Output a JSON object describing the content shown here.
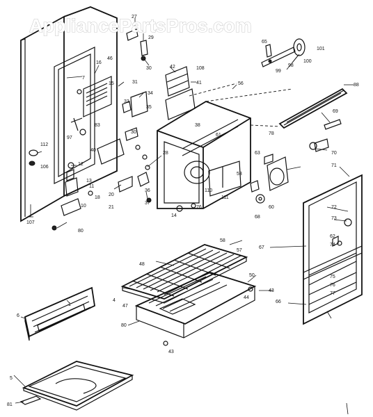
{
  "watermark": "AppliancePartsPros.com",
  "callouts": [
    {
      "id": "c27",
      "text": "27"
    },
    {
      "id": "c29",
      "text": "29"
    },
    {
      "id": "c30a",
      "text": "30"
    },
    {
      "id": "c65",
      "text": "65"
    },
    {
      "id": "c101",
      "text": "101"
    },
    {
      "id": "c100",
      "text": "100"
    },
    {
      "id": "c99",
      "text": "99"
    },
    {
      "id": "c98",
      "text": "98"
    },
    {
      "id": "c88",
      "text": "88"
    },
    {
      "id": "c42",
      "text": "42"
    },
    {
      "id": "c108",
      "text": "108"
    },
    {
      "id": "c41",
      "text": "41"
    },
    {
      "id": "c56",
      "text": "56"
    },
    {
      "id": "c7",
      "text": "7"
    },
    {
      "id": "c46",
      "text": "46"
    },
    {
      "id": "c16",
      "text": "16"
    },
    {
      "id": "c15",
      "text": "15"
    },
    {
      "id": "c31",
      "text": "31"
    },
    {
      "id": "c34",
      "text": "34"
    },
    {
      "id": "c33",
      "text": "33"
    },
    {
      "id": "c35",
      "text": "35"
    },
    {
      "id": "c30b",
      "text": "30"
    },
    {
      "id": "c83",
      "text": "83"
    },
    {
      "id": "c97",
      "text": "97"
    },
    {
      "id": "c40",
      "text": "40"
    },
    {
      "id": "c112",
      "text": "112"
    },
    {
      "id": "c106",
      "text": "106"
    },
    {
      "id": "c12",
      "text": "12"
    },
    {
      "id": "c13",
      "text": "13"
    },
    {
      "id": "c10",
      "text": "10"
    },
    {
      "id": "c107",
      "text": "107"
    },
    {
      "id": "c80a",
      "text": "80"
    },
    {
      "id": "c11",
      "text": "11"
    },
    {
      "id": "c18",
      "text": "18"
    },
    {
      "id": "c20",
      "text": "20"
    },
    {
      "id": "c21",
      "text": "21"
    },
    {
      "id": "c36",
      "text": "36"
    },
    {
      "id": "c37",
      "text": "37"
    },
    {
      "id": "c28",
      "text": "28"
    },
    {
      "id": "c38",
      "text": "38"
    },
    {
      "id": "c78",
      "text": "78"
    },
    {
      "id": "c69",
      "text": "69"
    },
    {
      "id": "c70",
      "text": "70"
    },
    {
      "id": "c61",
      "text": "61"
    },
    {
      "id": "c63",
      "text": "63"
    },
    {
      "id": "c53",
      "text": "53"
    },
    {
      "id": "c110",
      "text": "110"
    },
    {
      "id": "c111",
      "text": "111"
    },
    {
      "id": "c14",
      "text": "14"
    },
    {
      "id": "c76a",
      "text": "76"
    },
    {
      "id": "c60",
      "text": "60"
    },
    {
      "id": "c68",
      "text": "68"
    },
    {
      "id": "c71",
      "text": "71"
    },
    {
      "id": "c72",
      "text": "72"
    },
    {
      "id": "c73",
      "text": "73"
    },
    {
      "id": "c62",
      "text": "62"
    },
    {
      "id": "c74",
      "text": "74"
    },
    {
      "id": "c75",
      "text": "75"
    },
    {
      "id": "c76b",
      "text": "76"
    },
    {
      "id": "c77",
      "text": "77"
    },
    {
      "id": "c66",
      "text": "66"
    },
    {
      "id": "c67",
      "text": "67"
    },
    {
      "id": "c58",
      "text": "58"
    },
    {
      "id": "c57",
      "text": "57"
    },
    {
      "id": "c48",
      "text": "48"
    },
    {
      "id": "c50",
      "text": "50"
    },
    {
      "id": "c43a",
      "text": "43"
    },
    {
      "id": "c44",
      "text": "44"
    },
    {
      "id": "c4",
      "text": "4"
    },
    {
      "id": "c47",
      "text": "47"
    },
    {
      "id": "c80b",
      "text": "80"
    },
    {
      "id": "c43b",
      "text": "43"
    },
    {
      "id": "c1",
      "text": "1"
    },
    {
      "id": "c6",
      "text": "6"
    },
    {
      "id": "c5",
      "text": "5"
    },
    {
      "id": "c81",
      "text": "81"
    }
  ]
}
